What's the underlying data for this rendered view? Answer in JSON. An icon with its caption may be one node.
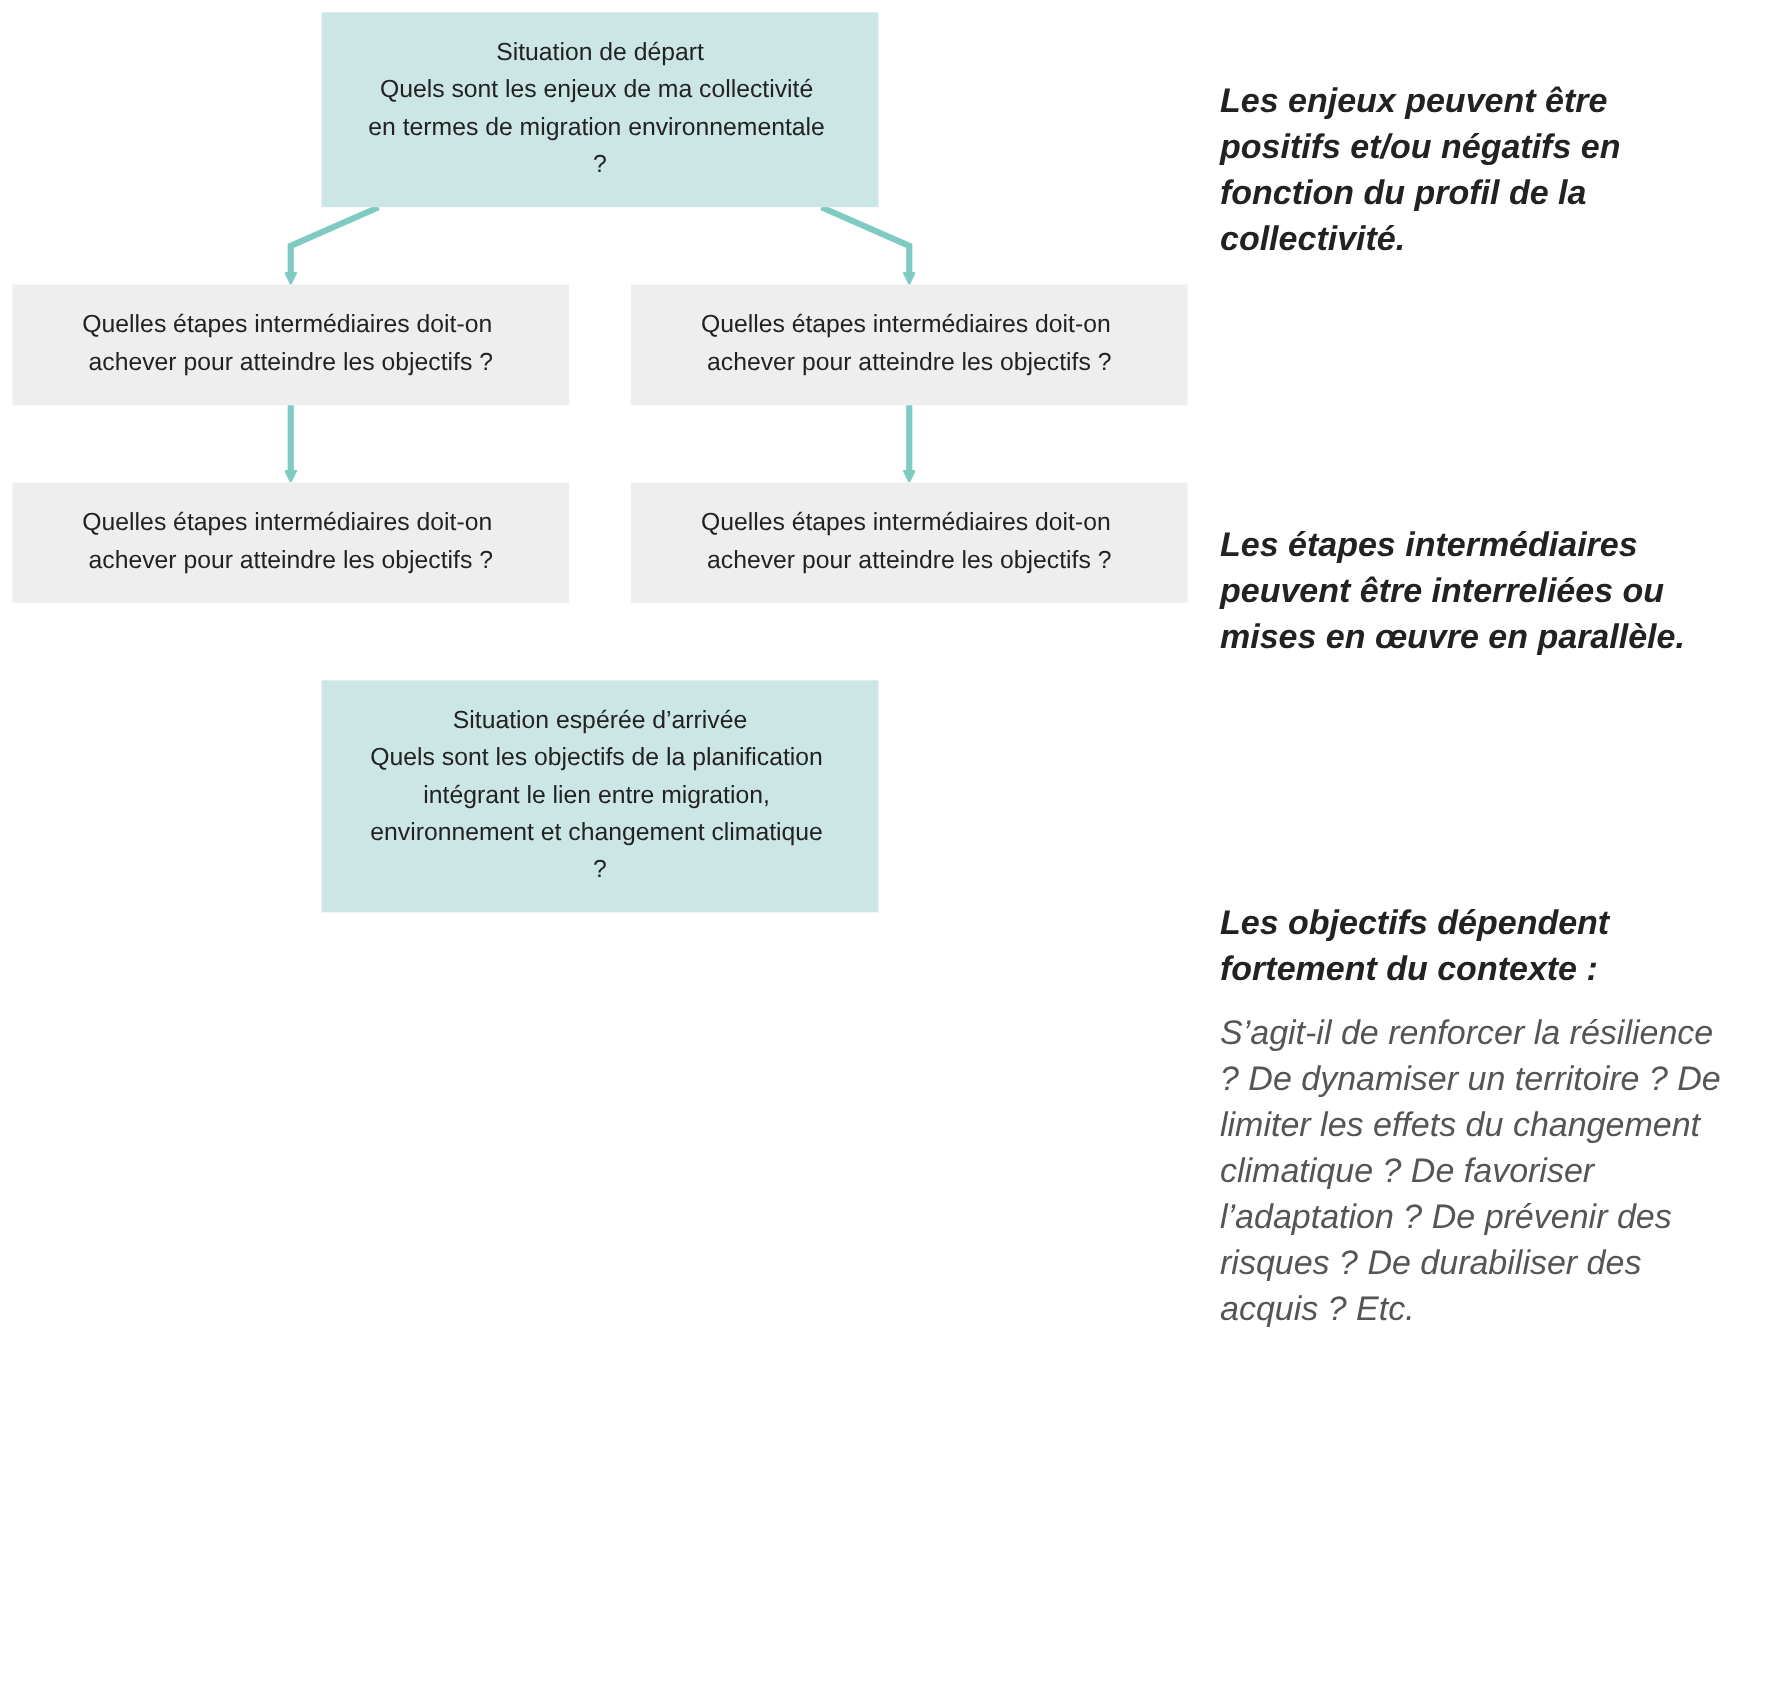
{
  "diagram": {
    "nodes": [
      {
        "text": [
          "Situation de départ",
          "Quels sont les enjeux de ma collectivité en termes de migration environnementale ?"
        ]
      },
      {
        "text": [
          "Quelles étapes intermédiaires doit-on achever pour atteindre les objectifs ?"
        ]
      },
      {
        "text": [
          "Quelles étapes intermédiaires doit-on achever pour atteindre les objectifs ?"
        ]
      },
      {
        "text": [
          "Quelles étapes intermédiaires doit-on achever pour atteindre les objectifs ?"
        ]
      },
      {
        "text": [
          "Quelles étapes intermédiaires doit-on achever pour atteindre les objectifs ?"
        ]
      },
      {
        "text": [
          "Situation espérée d’arrivée",
          "Quels sont les objectifs de la planification intégrant le lien entre migration, environnement et changement climatique ?"
        ]
      }
    ],
    "edges": [
      {
        "from": 0,
        "to": 1,
        "arrow": "to"
      },
      {
        "from": 0,
        "to": 2,
        "arrow": "to"
      },
      {
        "from": 1,
        "to": 3,
        "arrow": "to"
      },
      {
        "from": 2,
        "to": 4,
        "arrow": "to"
      }
    ],
    "labels": [
      "Les enjeux peuvent être positifs et/ou négatifs en fonction du profil de la collectivité.",
      "Les étapes intermédiaires peuvent être interreliées ou mises en œuvre en parallèle.",
      "Les objectifs dépendent fortement du contexte :",
      "S’agit-il de renforcer la résilience ? De dynamiser un territoire ? De limiter les effets du changement climatique ? De favoriser l’adaptation ? De prévenir des risques ? De durabiliser des acquis ? Etc."
    ]
  }
}
